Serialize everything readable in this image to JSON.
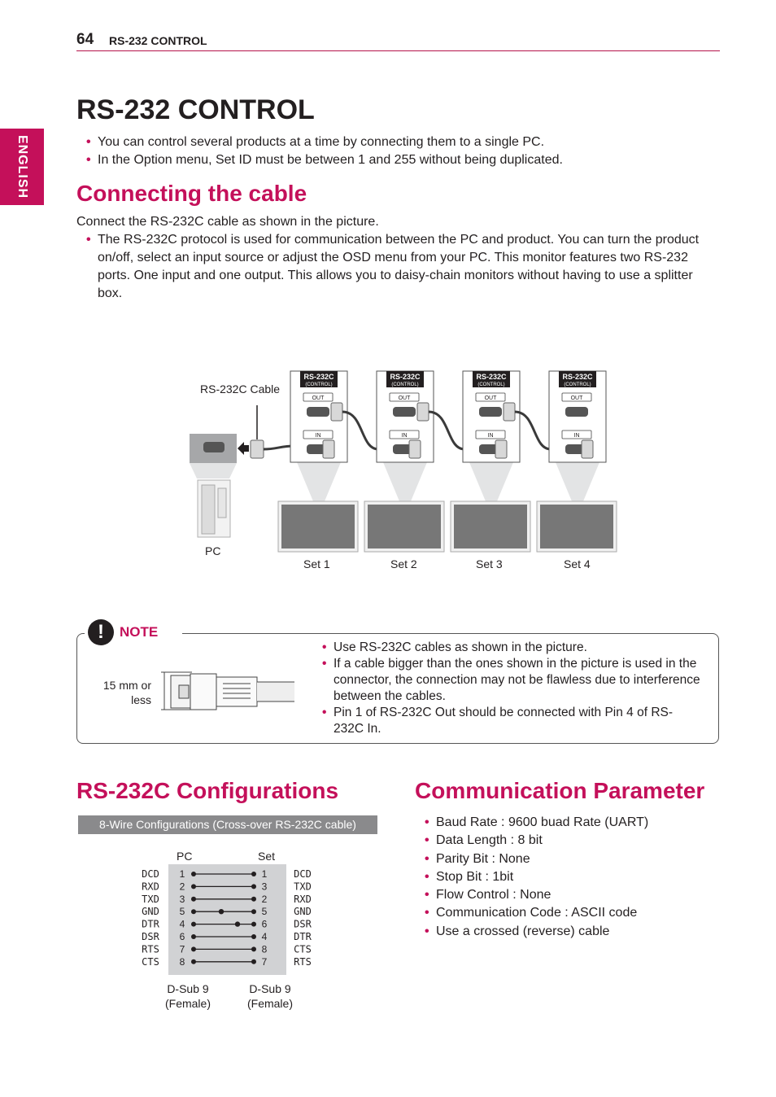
{
  "header": {
    "page_number": "64",
    "section": "RS-232 CONTROL"
  },
  "side_tab": "ENGLISH",
  "title": "RS-232 CONTROL",
  "intro_bullets": [
    "You can control several products at a time by connecting them to a single PC.",
    "In the Option menu, Set ID must be between 1 and 255 without being duplicated."
  ],
  "connecting": {
    "heading": "Connecting the cable",
    "intro": "Connect the RS-232C cable as shown in the picture.",
    "bullets": [
      "The RS-232C protocol is used for communication between the PC and product. You can turn the product on/off, select an input source or adjust the OSD menu from your PC. This monitor features two RS-232 ports. One input and one output. This allows you to daisy-chain monitors without having to use a splitter box."
    ]
  },
  "diagram": {
    "cable_label": "RS-232C Cable",
    "pc_label": "PC",
    "port_title": "RS-232C",
    "port_subtitle": "(CONTROL)",
    "out_label": "OUT",
    "in_label": "IN",
    "sets": [
      "Set 1",
      "Set 2",
      "Set 3",
      "Set 4"
    ]
  },
  "note": {
    "label": "NOTE",
    "icon": "exclamation-icon",
    "connector_size": "15 mm or less",
    "bullets": [
      "Use RS-232C cables as shown in the picture.",
      "If a cable bigger than the ones shown in the picture is used in the connector, the connection may not be flawless due to interference between the cables.",
      "Pin 1 of RS-232C Out should be connected with Pin 4 of RS-232C In."
    ]
  },
  "config": {
    "heading": "RS-232C Configurations",
    "bar": "8-Wire Configurations (Cross-over RS-232C cable)",
    "pc_header": "PC",
    "set_header": "Set",
    "pc_signals": [
      "DCD",
      "RXD",
      "TXD",
      "GND",
      "DTR",
      "DSR",
      "RTS",
      "CTS"
    ],
    "pc_pins": [
      "1",
      "2",
      "3",
      "5",
      "4",
      "6",
      "7",
      "8"
    ],
    "set_pins": [
      "1",
      "3",
      "2",
      "5",
      "6",
      "4",
      "8",
      "7"
    ],
    "set_signals": [
      "DCD",
      "TXD",
      "RXD",
      "GND",
      "DSR",
      "DTR",
      "CTS",
      "RTS"
    ],
    "pc_connector": "D-Sub 9 (Female)",
    "set_connector": "D-Sub 9 (Female)"
  },
  "comm": {
    "heading": "Communication Parameter",
    "bullets": [
      "Baud Rate : 9600 buad Rate (UART)",
      "Data Length : 8 bit",
      "Parity Bit : None",
      "Stop Bit : 1bit",
      "Flow Control : None",
      "Communication Code : ASCII code",
      "Use a crossed (reverse) cable"
    ]
  },
  "colors": {
    "accent": "#c4105a",
    "bar_gray": "#8a8a8c",
    "text": "#231f20"
  }
}
